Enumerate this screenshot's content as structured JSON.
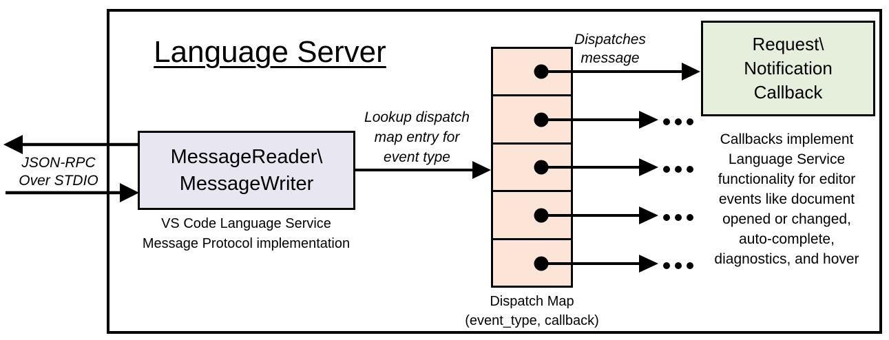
{
  "title": "Language Server",
  "io_label": {
    "lines": [
      "JSON-RPC",
      "Over STDIO"
    ]
  },
  "reader_box": {
    "lines": [
      "MessageReader\\",
      "MessageWriter"
    ],
    "fill": "#e8e6f0"
  },
  "reader_caption": {
    "lines": [
      "VS Code Language Service",
      "Message Protocol implementation"
    ]
  },
  "lookup_label": {
    "lines": [
      "Lookup dispatch",
      "map entry for",
      "event type"
    ]
  },
  "dispatch_map": {
    "fill": "#fce5d7",
    "cell_count": 5,
    "caption_lines": [
      "Dispatch Map",
      "(event_type, callback)"
    ]
  },
  "dispatches_label": {
    "lines": [
      "Dispatches",
      "message"
    ]
  },
  "callback_box": {
    "lines": [
      "Request\\",
      "Notification",
      "Callback"
    ],
    "fill": "#e6efdc"
  },
  "callbacks_note": {
    "lines": [
      "Callbacks implement",
      "Language Service",
      "functionality for editor",
      "events like document",
      "opened or changed,",
      "auto-complete,",
      "diagnostics, and hover"
    ]
  },
  "icons": {
    "arrow": "solid black arrow",
    "pointer_dot": "filled circle connector",
    "ellipsis": "…"
  },
  "colors": {
    "line": "#000000",
    "reader_box_fill": "#e8e6f0",
    "dispatch_map_fill": "#fce5d7",
    "callback_box_fill": "#e6efdc",
    "background": "#ffffff"
  }
}
